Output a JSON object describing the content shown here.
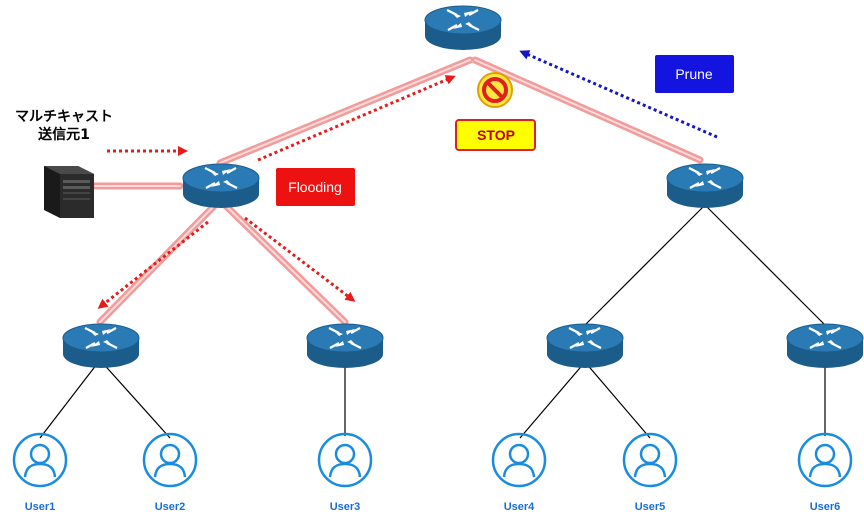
{
  "source": {
    "label_line1": "マルチキャスト",
    "label_line2": "送信元1"
  },
  "tags": {
    "flooding": "Flooding",
    "prune": "Prune",
    "stop": "STOP"
  },
  "users": [
    "User1",
    "User2",
    "User3",
    "User4",
    "User5",
    "User6"
  ],
  "colors": {
    "router_blue": "#1e6fa3",
    "multicast_red": "#e61c1c",
    "prune_blue": "#1414c8",
    "highlight_pink": "#f5a3a3",
    "user_blue": "#1a8ce0",
    "stop_yellow": "#ffff00"
  },
  "icons": {
    "router": "router-icon",
    "server": "server-icon",
    "user": "user-icon",
    "prohibited": "no-entry-icon"
  }
}
